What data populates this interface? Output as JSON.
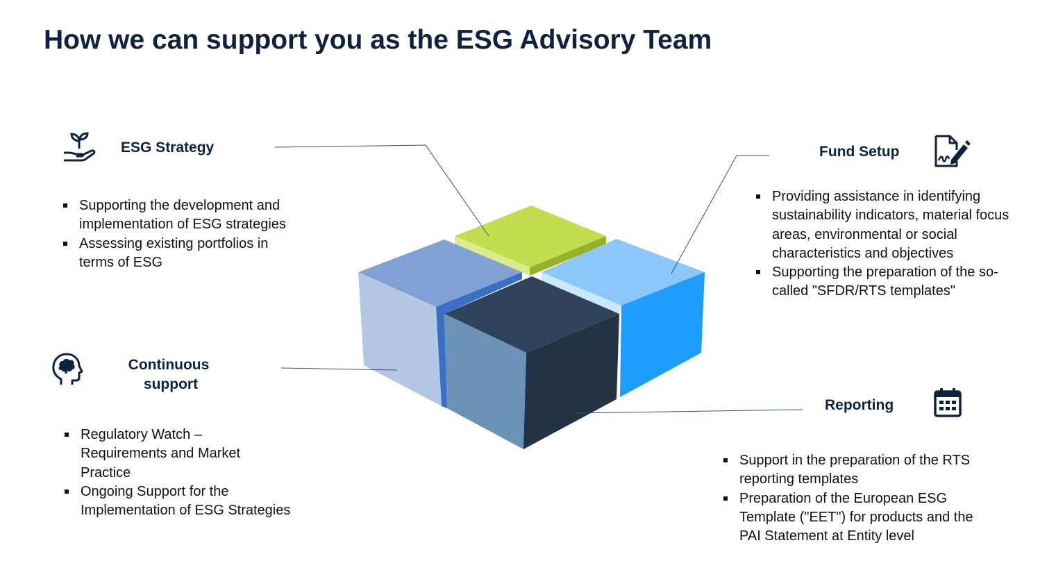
{
  "page": {
    "title": "How we can support you as the ESG Advisory Team"
  },
  "sections": {
    "strategy": {
      "title": "ESG Strategy",
      "icon": "plant-hand-icon",
      "bullets": [
        "Supporting the development and implementation of ESG strategies",
        "Assessing existing portfolios in terms of ESG"
      ]
    },
    "fund": {
      "title": "Fund Setup",
      "icon": "document-signature-icon",
      "bullets": [
        "Providing assistance in identifying sustainability indicators, material focus areas, environmental or social characteristics and objectives",
        "Supporting the preparation of the so-called \"SFDR/RTS templates\""
      ]
    },
    "continuous": {
      "title_line1": "Continuous",
      "title_line2": "support",
      "icon": "head-brain-icon",
      "bullets": [
        "Regulatory Watch – Requirements and Market Practice",
        "Ongoing Support for the Implementation of ESG Strategies"
      ]
    },
    "reporting": {
      "title": "Reporting",
      "icon": "calendar-icon",
      "bullets": [
        "Support in the preparation of the RTS reporting templates",
        "Preparation of the European ESG Template (\"EET\") for products and the PAI Statement at Entity level"
      ]
    }
  },
  "colors": {
    "title": "#0c2240",
    "green": "#bfdd4b",
    "light_blue": "#8ac6f8",
    "bright_blue": "#1e9dfb",
    "steel_blue": "#7ea0d3",
    "dark_navy": "#2f4259"
  }
}
